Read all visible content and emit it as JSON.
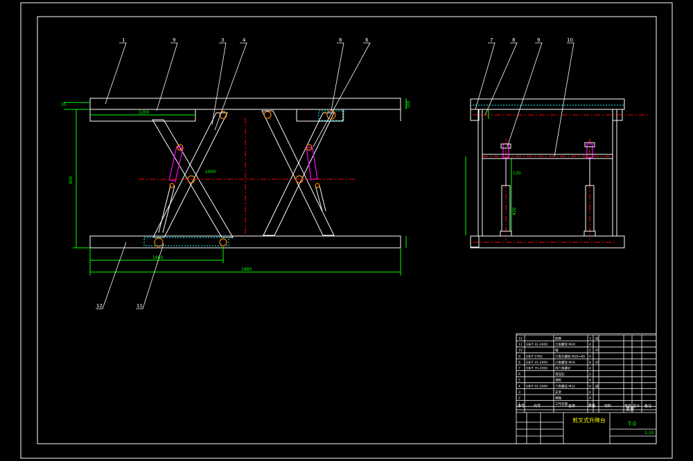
{
  "colors": {
    "background": "#000000",
    "outline": "#ffffff",
    "dimension": "#00ff00",
    "centerline": "#ff0000",
    "hatch_cyan": "#00ffff",
    "cylinder_magenta": "#ff00ff",
    "pin_orange": "#ff8000",
    "title_yellow": "#ffff00"
  },
  "balloons": {
    "b1": "1",
    "b9": "9",
    "b3": "3",
    "b4": "4",
    "b8": "8",
    "b6": "6",
    "b7": "7",
    "b8s": "8",
    "b9s": "9",
    "b10": "10",
    "b12": "12",
    "b11": "11"
  },
  "dimensions": {
    "top_offset": "35",
    "overall_height": "900",
    "base_length": "1660",
    "overall_length": "1880",
    "inner_span": "1200",
    "right_post": "420",
    "right_small": "120",
    "lower_arm": "1600",
    "side_height": "100"
  },
  "title_block": {
    "drawing_title": "剪叉式升降台",
    "drawing_number": "T-0",
    "scale": "1:10",
    "headers": [
      "序号",
      "代号",
      "名称",
      "数量",
      "材料",
      "单件",
      "总计",
      "备注"
    ],
    "weight_label": "重量",
    "parts": [
      {
        "no": "12",
        "code": "",
        "name": "底座",
        "qty": "1",
        "mat": "组"
      },
      {
        "no": "11",
        "code": "GB/T 41-2000",
        "name": "六角螺母 M20",
        "qty": "4",
        "mat": ""
      },
      {
        "no": "10",
        "code": "",
        "name": "轴",
        "qty": "2",
        "mat": "45"
      },
      {
        "no": "9",
        "code": "GB/T 5782",
        "name": "六角头螺栓 M20×60",
        "qty": "4",
        "mat": ""
      },
      {
        "no": "8",
        "code": "GB/T 41-2000",
        "name": "六角螺母 M16",
        "qty": "8",
        "mat": "45"
      },
      {
        "no": "7",
        "code": "GB/T 70-2000",
        "name": "内六角螺钉",
        "qty": "4",
        "mat": ""
      },
      {
        "no": "6",
        "code": "",
        "name": "液压缸",
        "qty": "2",
        "mat": ""
      },
      {
        "no": "5",
        "code": "",
        "name": "滚轮",
        "qty": "4",
        "mat": ""
      },
      {
        "no": "4",
        "code": "GB/T 41-2000",
        "name": "六角螺母 M12",
        "qty": "8",
        "mat": "组"
      },
      {
        "no": "3",
        "code": "",
        "name": "支架",
        "qty": "4",
        "mat": ""
      },
      {
        "no": "2",
        "code": "",
        "name": "销轴",
        "qty": "4",
        "mat": ""
      },
      {
        "no": "1",
        "code": "",
        "name": "工作台面",
        "qty": "1",
        "mat": ""
      }
    ]
  }
}
